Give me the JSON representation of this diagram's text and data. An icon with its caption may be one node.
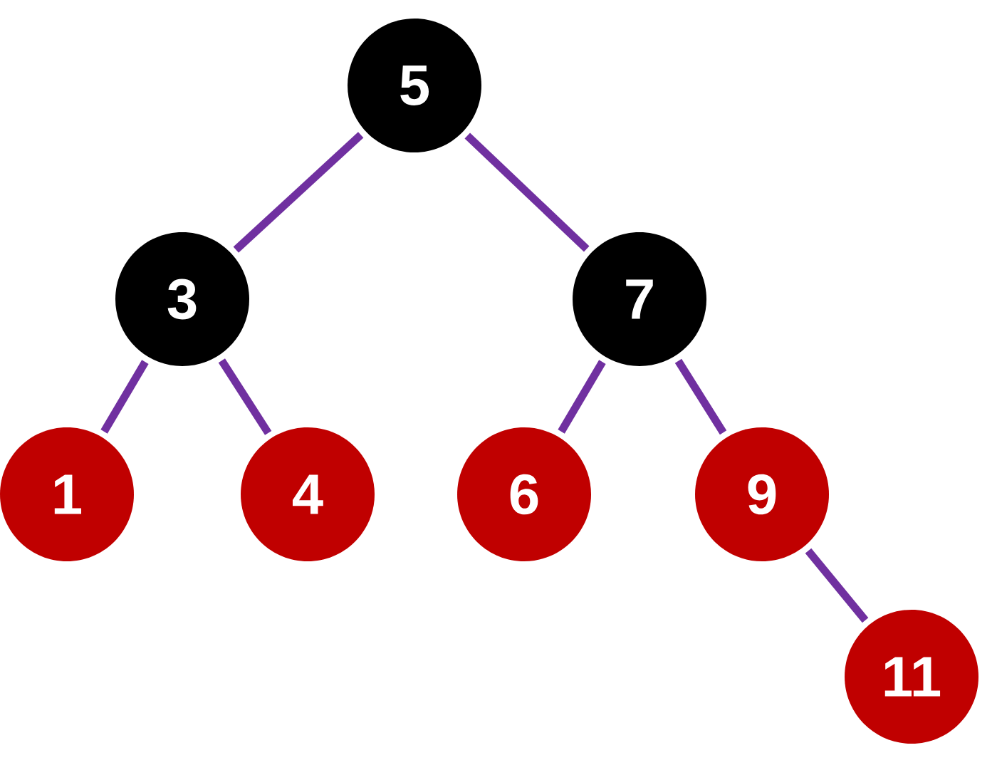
{
  "diagram": {
    "nodes": [
      {
        "text": [
          "5"
        ]
      },
      {
        "text": [
          "3"
        ]
      },
      {
        "text": [
          "7"
        ]
      },
      {
        "text": [
          "1"
        ]
      },
      {
        "text": [
          "4"
        ]
      },
      {
        "text": [
          "6"
        ]
      },
      {
        "text": [
          "9"
        ]
      },
      {
        "text": [
          "11"
        ]
      }
    ],
    "edges": [
      {
        "from": 0,
        "to": 1,
        "arrow": "none"
      },
      {
        "from": 0,
        "to": 2,
        "arrow": "none"
      },
      {
        "from": 1,
        "to": 3,
        "arrow": "none"
      },
      {
        "from": 1,
        "to": 4,
        "arrow": "none"
      },
      {
        "from": 2,
        "to": 5,
        "arrow": "none"
      },
      {
        "from": 2,
        "to": 6,
        "arrow": "none"
      },
      {
        "from": 6,
        "to": 7,
        "arrow": "none"
      }
    ]
  }
}
